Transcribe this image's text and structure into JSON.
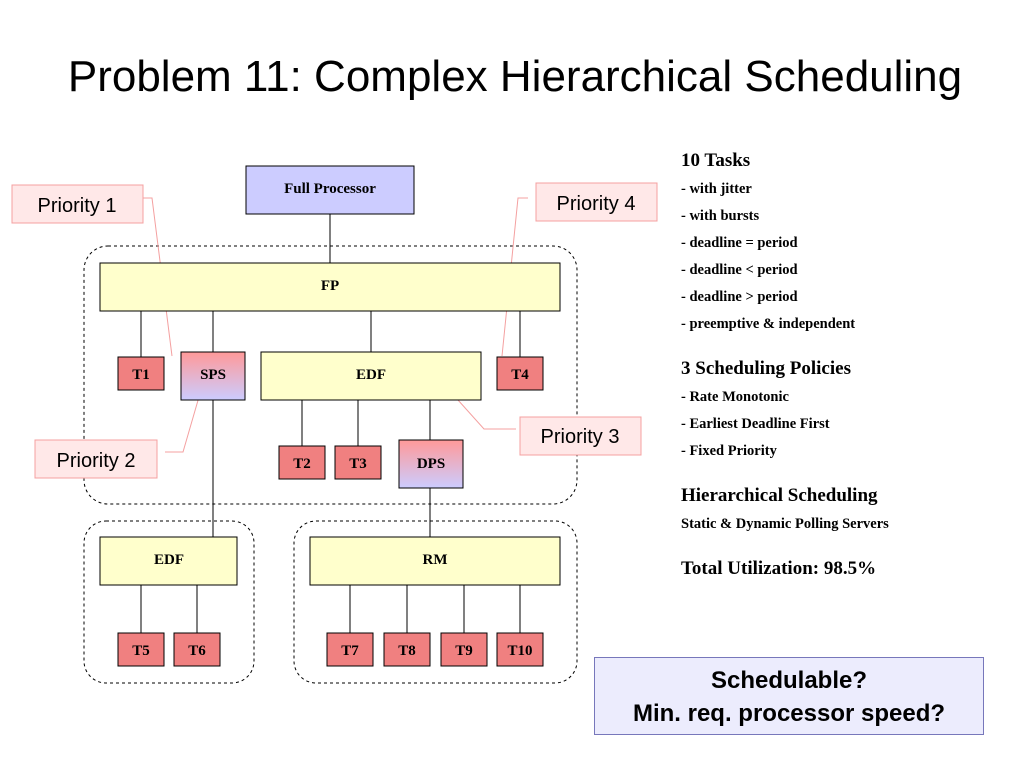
{
  "title": "Problem 11: Complex Hierarchical Scheduling",
  "diagram": {
    "nodes": {
      "full_processor": "Full Processor",
      "fp": "FP",
      "t1": "T1",
      "sps": "SPS",
      "edf_top": "EDF",
      "t4": "T4",
      "t2": "T2",
      "t3": "T3",
      "dps": "DPS",
      "edf_left": "EDF",
      "rm": "RM",
      "t5": "T5",
      "t6": "T6",
      "t7": "T7",
      "t8": "T8",
      "t9": "T9",
      "t10": "T10"
    },
    "priorities": {
      "p1": "Priority 1",
      "p2": "Priority 2",
      "p3": "Priority 3",
      "p4": "Priority 4"
    }
  },
  "info": {
    "tasks_heading": "10 Tasks",
    "task_items": [
      "- with jitter",
      "- with bursts",
      "- deadline = period",
      "- deadline < period",
      "- deadline > period",
      "- preemptive & independent"
    ],
    "policies_heading": "3 Scheduling Policies",
    "policy_items": [
      "- Rate Monotonic",
      "- Earliest Deadline First",
      "- Fixed Priority"
    ],
    "hierarchical_heading": "Hierarchical Scheduling",
    "hierarchical_text": "Static & Dynamic Polling Servers",
    "total_utilization": "Total Utilization: 98.5%"
  },
  "question": {
    "line1": "Schedulable?",
    "line2": "Min. req. processor speed?"
  },
  "colors": {
    "processor_fill": "#ccccff",
    "scheduler_fill": "#ffffcc",
    "task_fill": "#f08080",
    "priority_fill": "#ffe8e8",
    "priority_line": "#f4a0a0"
  }
}
